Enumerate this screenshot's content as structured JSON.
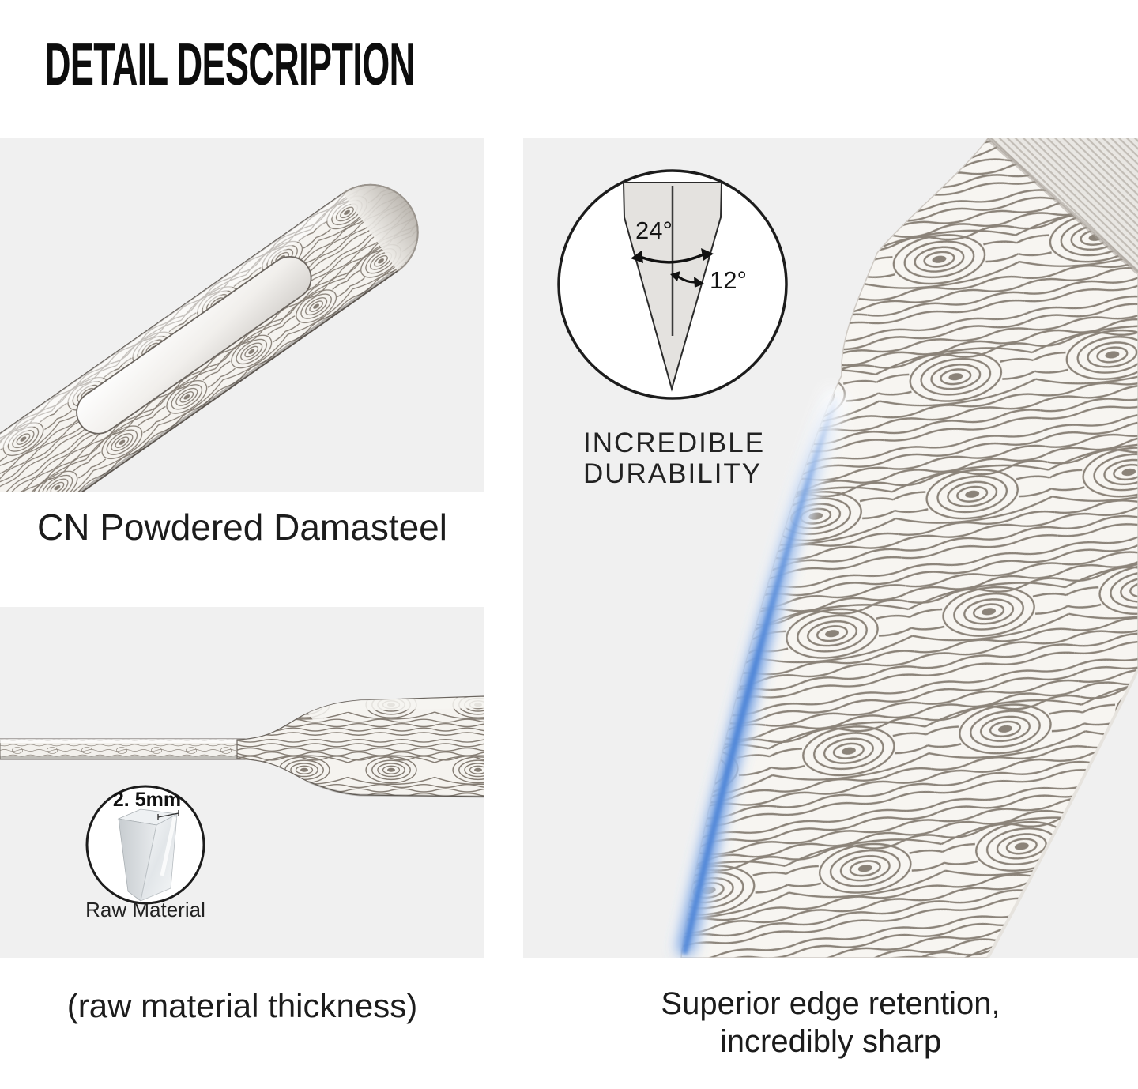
{
  "title": "DETAIL DESCRIPTION",
  "colors": {
    "panel_bg": "#f0f0f0",
    "accent_blue": "#4f86d8",
    "pattern_line": "#8b8379",
    "text": "#1a1a1a"
  },
  "panel_damasteel": {
    "caption": "CN Powdered Damasteel"
  },
  "panel_thickness": {
    "caption": "(raw material thickness)",
    "measurement": "2. 5mm",
    "material_label": "Raw Material"
  },
  "panel_edge": {
    "durability_line1": "INCREDIBLE",
    "durability_line2": "DURABILITY",
    "outer_angle": "24°",
    "inner_angle": "12°",
    "caption_line1": "Superior edge retention,",
    "caption_line2": "incredibly sharp"
  }
}
